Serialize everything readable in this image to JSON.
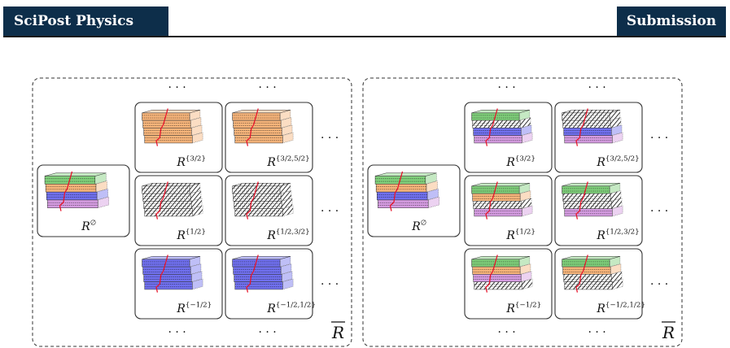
{
  "header": {
    "journal": "SciPost Physics",
    "status": "Submission"
  },
  "figure": {
    "colors": {
      "green": "#7fcf7a",
      "orange": "#f6b47a",
      "blue": "#7070ee",
      "magenta": "#d49be0",
      "red_line": "#e8132a",
      "frame": "#333333"
    },
    "ellipsis": "· · ·",
    "left_panel": {
      "bar_label": "R",
      "base": {
        "label": "R",
        "sup": "∅",
        "layers": [
          "green",
          "orange",
          "blue",
          "magenta"
        ]
      },
      "rows": [
        {
          "cells": [
            {
              "label": "R",
              "sup": "{3/2}",
              "layers": [
                "orange",
                "orange",
                "orange",
                "orange"
              ]
            },
            {
              "label": "R",
              "sup": "{3/2,5/2}",
              "layers": [
                "orange",
                "orange",
                "orange",
                "orange"
              ]
            }
          ]
        },
        {
          "cells": [
            {
              "label": "R",
              "sup": "{1/2}",
              "layers": [
                "hatch",
                "hatch",
                "hatch",
                "hatch"
              ]
            },
            {
              "label": "R",
              "sup": "{1/2,3/2}",
              "layers": [
                "hatch",
                "hatch",
                "hatch",
                "hatch"
              ]
            }
          ]
        },
        {
          "cells": [
            {
              "label": "R",
              "sup": "{−1/2}",
              "layers": [
                "blue",
                "blue",
                "blue",
                "blue"
              ]
            },
            {
              "label": "R",
              "sup": "{−1/2,1/2}",
              "layers": [
                "blue",
                "blue",
                "blue",
                "blue"
              ]
            }
          ]
        }
      ]
    },
    "right_panel": {
      "bar_label": "R",
      "base": {
        "label": "R",
        "sup": "∅",
        "layers": [
          "green",
          "orange",
          "blue",
          "magenta"
        ]
      },
      "rows": [
        {
          "cells": [
            {
              "label": "R",
              "sup": "{3/2}",
              "layers": [
                "green",
                "hatch",
                "blue",
                "magenta"
              ]
            },
            {
              "label": "R",
              "sup": "{3/2,5/2}",
              "layers": [
                "hatch",
                "hatch",
                "blue",
                "magenta"
              ]
            }
          ]
        },
        {
          "cells": [
            {
              "label": "R",
              "sup": "{1/2}",
              "layers": [
                "green",
                "orange",
                "hatch",
                "magenta"
              ]
            },
            {
              "label": "R",
              "sup": "{1/2,3/2}",
              "layers": [
                "green",
                "hatch",
                "hatch",
                "magenta"
              ]
            }
          ]
        },
        {
          "cells": [
            {
              "label": "R",
              "sup": "{−1/2}",
              "layers": [
                "green",
                "orange",
                "magenta",
                "hatch"
              ]
            },
            {
              "label": "R",
              "sup": "{−1/2,1/2}",
              "layers": [
                "green",
                "orange",
                "hatch",
                "hatch"
              ]
            }
          ]
        }
      ]
    }
  }
}
